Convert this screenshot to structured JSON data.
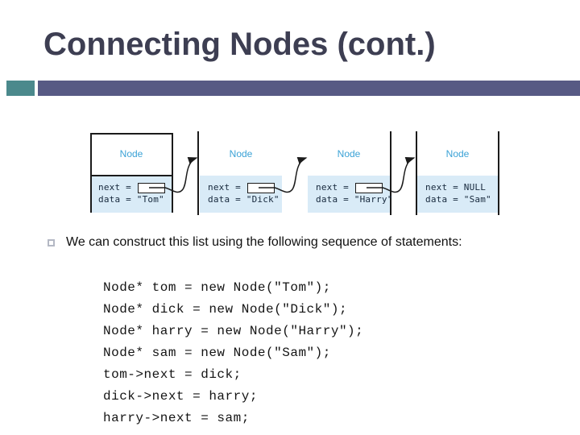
{
  "colors": {
    "accent_teal": "#4b898c",
    "accent_purple": "#575a84",
    "title_text": "#3d3e52",
    "node_label_blue": "#3ba2d6",
    "node_fill": "#d9ebf7",
    "diagram_ink": "#1b1b1b",
    "body_text": "#101010"
  },
  "slide": {
    "title": "Connecting Nodes (cont.)",
    "bullet": {
      "text": "We can construct this list using the following sequence of statements:"
    },
    "code_lines": [
      "Node* tom = new Node(\"Tom\");",
      "Node* dick = new Node(\"Dick\");",
      "Node* harry = new Node(\"Harry\");",
      "Node* sam = new Node(\"Sam\");",
      "tom->next = dick;",
      "dick->next = harry;",
      "harry->next = sam;"
    ]
  },
  "diagram": {
    "nodes": [
      {
        "label": "Node",
        "next_line": "next =",
        "data_line": "data = \"Tom\""
      },
      {
        "label": "Node",
        "next_line": "next =",
        "data_line": "data = \"Dick\""
      },
      {
        "label": "Node",
        "next_line": "next =",
        "data_line": "data = \"Harry\""
      },
      {
        "label": "Node",
        "next_line": "next = NULL",
        "data_line": "data = \"Sam\""
      }
    ]
  }
}
